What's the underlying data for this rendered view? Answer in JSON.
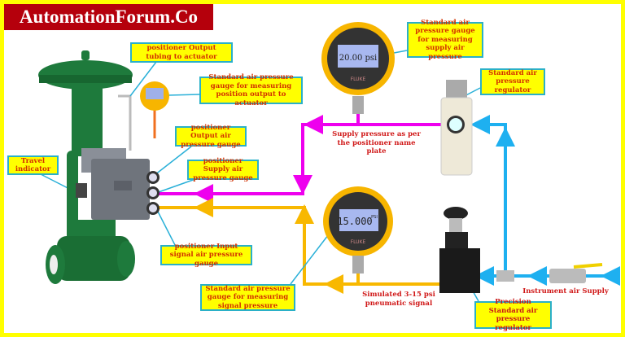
{
  "title": "AutomationForum.Co",
  "labels": {
    "output_tubing": "positioner Output tubing to actuator",
    "position_gauge": "Standard air pressure gauge for measuring position output to actuator",
    "output_gauge": "positioner Output air pressure gauge",
    "supply_gauge": "positioner Supply air pressure gauge",
    "travel_indicator": "Travel indicator",
    "input_gauge": "positioner Input signal air pressure gauge",
    "signal_gauge": "Standard air pressure gauge for measuring signal pressure",
    "supply_std_gauge": "Standard air pressure gauge for measuring supply air pressure",
    "std_regulator": "Standard air pressure regulator",
    "supply_pressure": "Supply pressure as per the positioner name plate",
    "simulated_signal": "Simulated 3-15 psi pneumatic signal",
    "precision_regulator": "Precision Standard air pressure regulator",
    "instrument_air": "Instrument air Supply"
  },
  "gauges": {
    "supply_reading": "20.00 psi",
    "signal_reading": "15.000",
    "signal_unit": "PSI",
    "brand": "FLUKE"
  },
  "colors": {
    "supply_line": "#ee00ee",
    "signal_line": "#f8b800",
    "instrument_air_line": "#1eb0f0",
    "label_fill": "#ffff00",
    "label_border": "#2ab0c8",
    "label_text": "#d23000",
    "title_bg": "#b5000c",
    "valve": "#1e7a3c"
  }
}
